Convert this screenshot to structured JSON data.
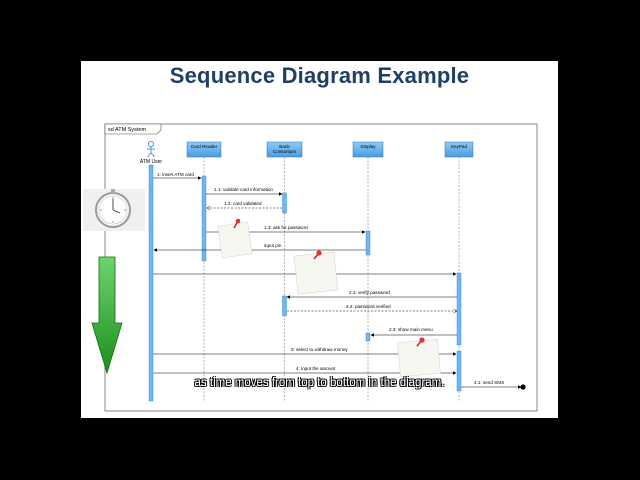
{
  "slide": {
    "title": "Sequence Diagram Example",
    "caption": "as time moves from top to bottom in the diagram."
  },
  "diagram": {
    "frame_label": "sd ATM System",
    "actor": "ATM User",
    "lifelines": [
      "Card Reader",
      "Bank Consortium",
      "Display",
      "KeyPad"
    ],
    "messages": [
      {
        "id": "m1",
        "label": "1: insert ATM card"
      },
      {
        "id": "m1_1",
        "label": "1.1: validate card information"
      },
      {
        "id": "m1_2",
        "label": "1.2: card validated"
      },
      {
        "id": "m1_3",
        "label": "1.3: ask for password"
      },
      {
        "id": "m1_4",
        "label": "input pin"
      },
      {
        "id": "m2_1",
        "label": "2.1: verify password"
      },
      {
        "id": "m2_2",
        "label": "2.2: password verified"
      },
      {
        "id": "m2_3",
        "label": "2.3: show main menu"
      },
      {
        "id": "m3",
        "label": "3: select to withdraw money"
      },
      {
        "id": "m4",
        "label": "4: input the amount"
      },
      {
        "id": "m4_1",
        "label": "4.1: send SMS"
      }
    ]
  },
  "icons": [
    "stopwatch-icon",
    "down-arrow-icon",
    "sticky-note-icon",
    "pin-icon"
  ],
  "colors": {
    "background": "#000000",
    "slide": "#ffffff",
    "title": "#1f3f66",
    "lifeline_box": "#56a6e8",
    "activation": "#6fb6ef",
    "arrow_green": "#2fa82f",
    "caption": "#ffffff"
  }
}
